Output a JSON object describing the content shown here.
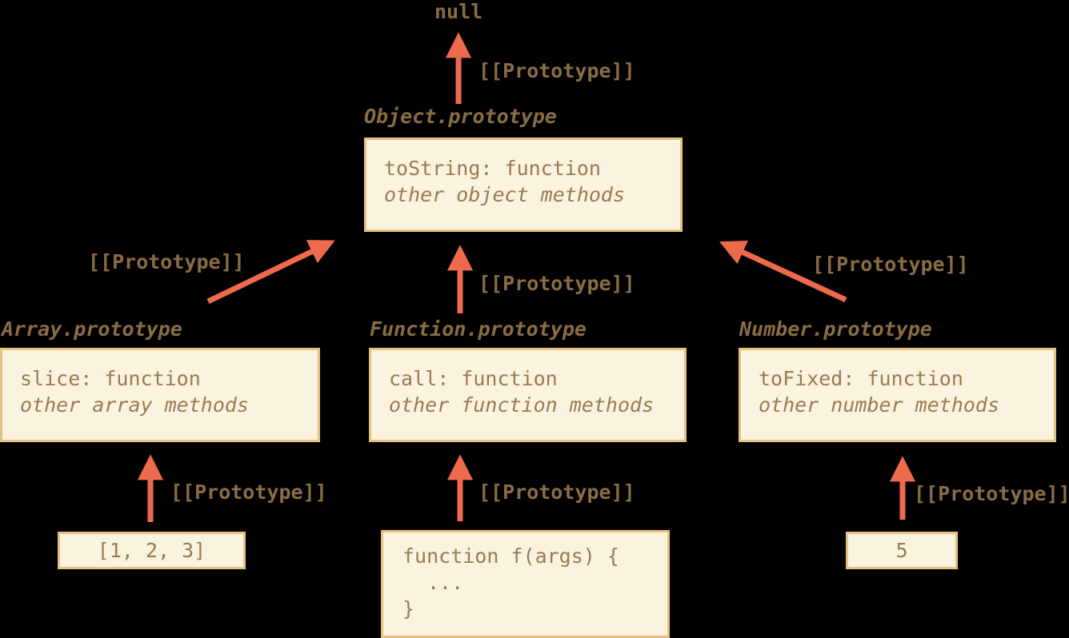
{
  "diagram": {
    "root_label": "null",
    "edge_label": "[[Prototype]]",
    "colors": {
      "background": "#000000",
      "box_fill": "#FAF3E0",
      "box_border": "#E7C17F",
      "arrow": "#EE6A4D",
      "code_text": "#9A7B52",
      "label_text": "#8A6D45"
    },
    "nodes": {
      "object_prototype": {
        "title": "Object.prototype",
        "line1": "toString: function",
        "line2": "other object methods"
      },
      "array_prototype": {
        "title": "Array.prototype",
        "line1": "slice: function",
        "line2": "other array methods"
      },
      "function_prototype": {
        "title": "Function.prototype",
        "line1": "call: function",
        "line2": "other function methods"
      },
      "number_prototype": {
        "title": "Number.prototype",
        "line1": "toFixed: function",
        "line2": "other number methods"
      },
      "array_instance": {
        "value": "[1, 2, 3]"
      },
      "function_instance": {
        "line1": "function f(args) {",
        "line2": "...",
        "line3": "}"
      },
      "number_instance": {
        "value": "5"
      }
    }
  }
}
